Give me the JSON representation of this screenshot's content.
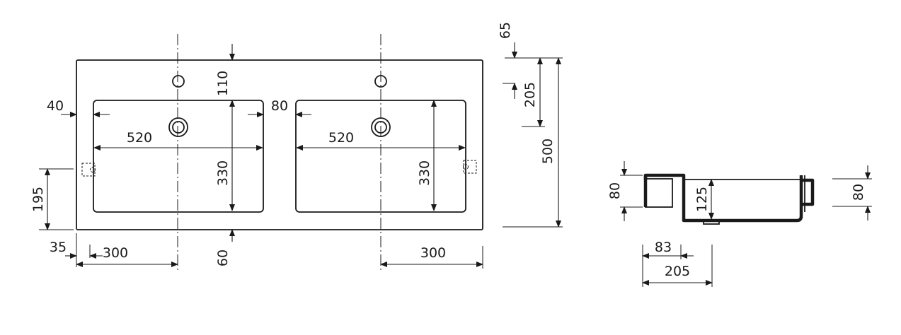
{
  "labels": {
    "front_top_offset": "65",
    "front_inner_depth": "205",
    "front_total_depth": "500",
    "top_to_bowl": "110",
    "left_margin": "40",
    "bowl_gap": "80",
    "bowl_width_left": "520",
    "bowl_width_right": "520",
    "bowl_depth_left": "330",
    "bowl_depth_right": "330",
    "overflow_height": "195",
    "edge_offset": "35",
    "tap_offset_left": "300",
    "tap_offset_right": "300",
    "bottom_margin": "60",
    "side_rim_height": "80",
    "side_bowl_depth": "125",
    "side_right_height": "80",
    "side_wall": "83",
    "side_depth": "205"
  }
}
